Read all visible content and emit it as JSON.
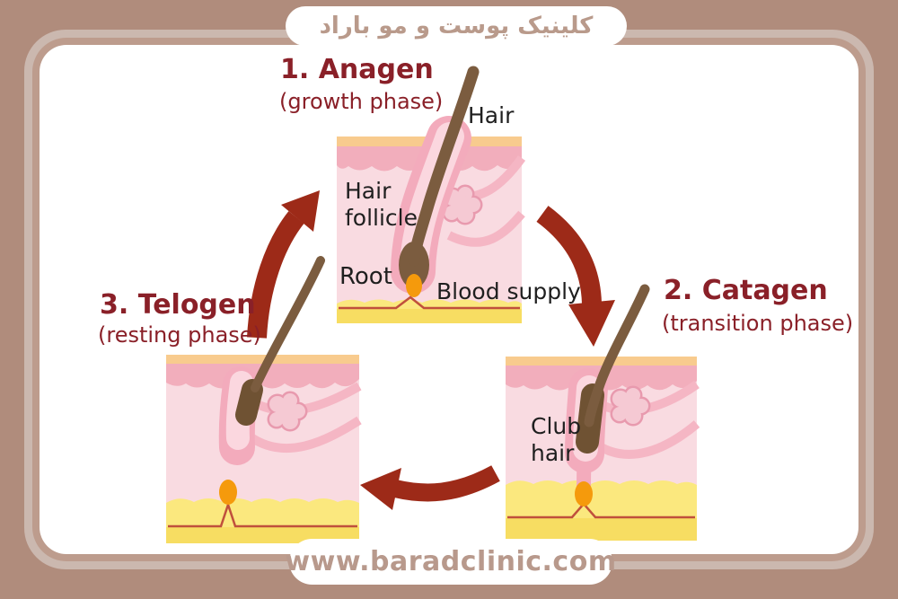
{
  "banner": {
    "clinic_name_fa": "کلینیک پوست و مو باراد"
  },
  "footer": {
    "website": "www.baradclinic.com"
  },
  "diagram": {
    "phases": [
      {
        "title": "1. Anagen",
        "subtitle": "(growth phase)"
      },
      {
        "title": "2. Catagen",
        "subtitle": "(transition phase)"
      },
      {
        "title": "3. Telogen",
        "subtitle": "(resting phase)"
      }
    ],
    "labels": {
      "hair": "Hair",
      "hair_follicle": "Hair follicle",
      "root": "Root",
      "blood_supply": "Blood supply",
      "club_hair": "Club hair"
    }
  },
  "colors": {
    "background": "#b08c7c",
    "card": "#ffffff",
    "ring_outer": "#cbb8af",
    "ring_inner": "#bd9c8d",
    "phase_title_maroon": "#8a2028",
    "arrow_maroon": "#9d2a18",
    "label_text": "#1f1f1f",
    "brand_text": "#b99a8b",
    "epidermis_orange": "#f8cb8e",
    "dermis_band_pink": "#f2aebc",
    "dermis_body_pink": "#f9dbe1",
    "subcutis_yellow": "#fbe87e",
    "blood_line_red": "#c0503c",
    "hair_brown": "#7b5c3f",
    "club_root_brown": "#6f5233",
    "sheath_pink": "#f3abbc",
    "papilla_orange": "#f59a0c"
  }
}
